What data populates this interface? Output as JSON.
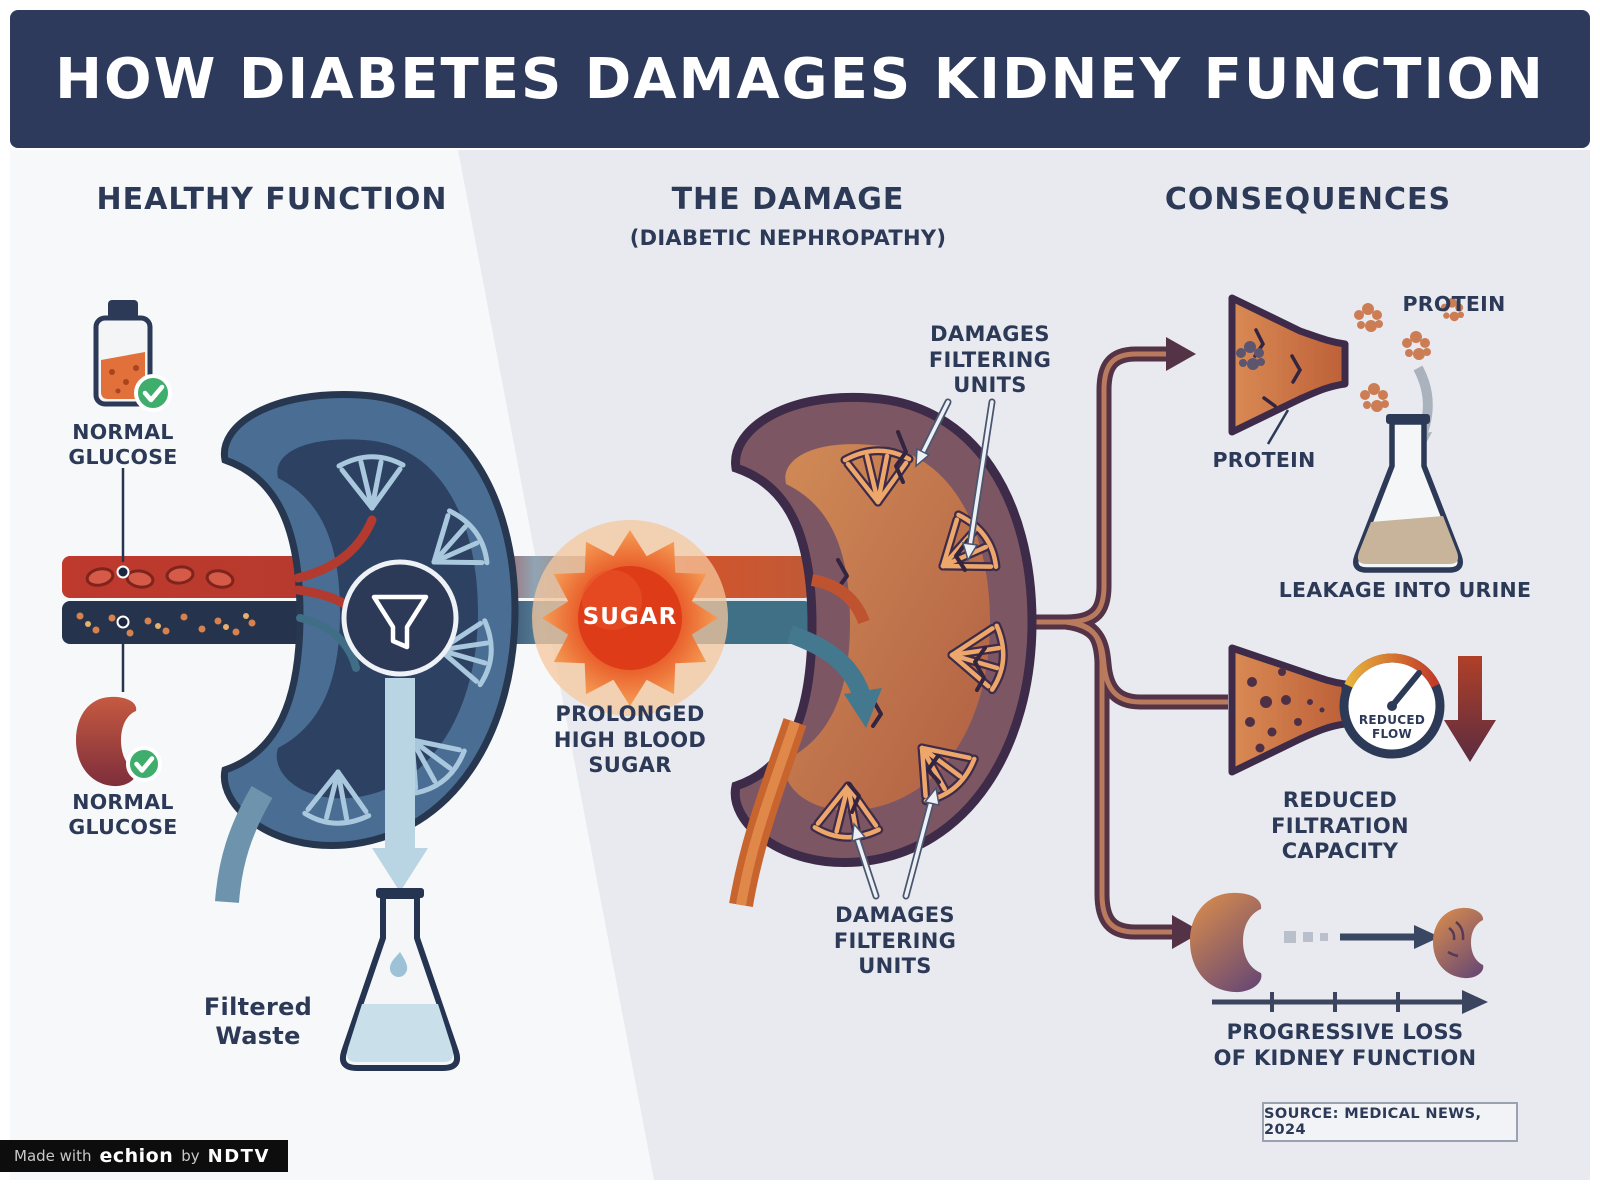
{
  "header": {
    "title": "HOW DIABETES DAMAGES KIDNEY FUNCTION"
  },
  "healthy": {
    "title": "HEALTHY FUNCTION",
    "glucose_top": "NORMAL GLUCOSE",
    "glucose_bottom": "NORMAL GLUCOSE",
    "filtered_waste": "Filtered Waste"
  },
  "damage": {
    "title": "THE DAMAGE",
    "subtitle": "(DIABETIC NEPHROPATHY)",
    "sugar": "SUGAR",
    "prolonged": "PROLONGED HIGH BLOOD SUGAR",
    "damages_top": "DAMAGES FILTERING UNITS",
    "damages_bottom": "DAMAGES FILTERING UNITS"
  },
  "consequences": {
    "title": "CONSEQUENCES",
    "protein_top": "PROTEIN",
    "protein_side": "PROTEIN",
    "leakage": "LEAKAGE INTO URINE",
    "gauge_label": "REDUCED FLOW",
    "reduced_filtration": "REDUCED FILTRATION CAPACITY",
    "progressive_loss": "PROGRESSIVE LOSS OF KIDNEY FUNCTION",
    "source": "SOURCE: MEDICAL NEWS, 2024"
  },
  "footer": {
    "made_with": "Made with",
    "logo": "echion",
    "by": "by",
    "brand": "NDTV"
  },
  "colors": {
    "header_bg": "#2d3a5c",
    "text_navy": "#2c3a58",
    "healthy_kidney": "#4a6d94",
    "damaged_kidney": "#c4744a",
    "sugar_burst": "#e8511f",
    "pipe_maroon": "#543346",
    "check_green": "#3fae6c"
  }
}
